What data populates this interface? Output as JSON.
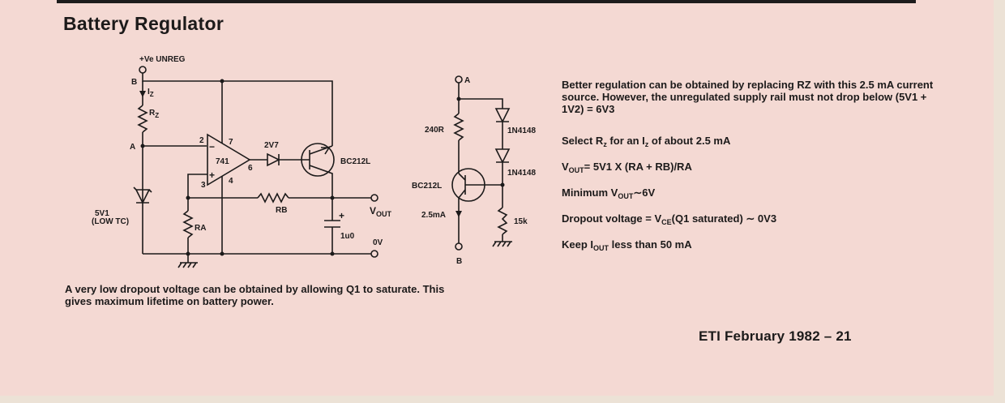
{
  "page": {
    "title": "Battery Regulator",
    "footer": "ETI February 1982 – 21"
  },
  "circuit_left": {
    "supply_label": "+Ve UNREG",
    "node_b": "B",
    "iz_label": "I",
    "iz_sub": "Z",
    "rz_label": "R",
    "rz_sub": "Z",
    "node_a": "A",
    "zener_label": "5V1",
    "zener_note": "(LOW TC)",
    "opamp_label": "741",
    "pin2": "2",
    "pin3": "3",
    "pin4": "4",
    "pin6": "6",
    "pin7": "7",
    "minus_sign": "−",
    "plus_sign": "+",
    "diode_label": "2V7",
    "transistor_label": "BC212L",
    "rb_label": "RB",
    "ra_label": "RA",
    "cap_label": "1u0",
    "cap_plus": "+",
    "vout_label": "V",
    "vout_sub": "OUT",
    "zero_v_label": "0V"
  },
  "circuit_right": {
    "node_a": "A",
    "resistor_240r": "240R",
    "diode1": "1N4148",
    "diode2": "1N4148",
    "transistor": "BC212L",
    "current": "2.5mA",
    "resistor_15k": "15k",
    "node_b": "B"
  },
  "caption": "A very low dropout voltage can be obtained by allowing Q1 to saturate. This gives maximum lifetime on battery power.",
  "notes": {
    "paragraph": "Better regulation can be obtained by replacing RZ with this 2.5 mA current source. However, the unregulated supply rail must not drop below (5V1 + 1V2) = 6V3",
    "select_a": "Select R",
    "select_sub1": "z",
    "select_b": " for an I",
    "select_sub2": "z",
    "select_c": " of about 2.5 mA",
    "vout_a": "V",
    "vout_sub": "OUT",
    "vout_b": "= 5V1 X (RA + RB)/RA",
    "min_a": "Minimum V",
    "min_sub": "OUT",
    "min_b": "∼6V",
    "drop_a": "Dropout voltage = V",
    "drop_sub": "CE",
    "drop_b": "(Q1 saturated) ∼ 0V3",
    "keep_a": "Keep I",
    "keep_sub": "OUT",
    "keep_b": " less than 50 mA"
  }
}
